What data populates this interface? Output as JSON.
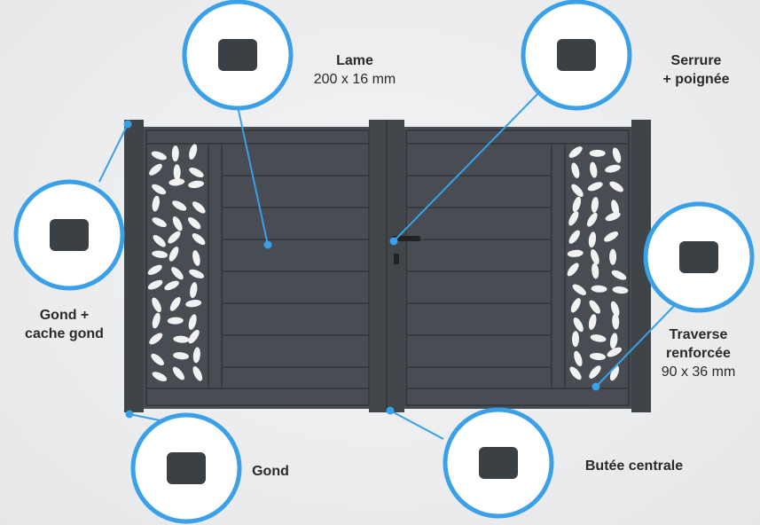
{
  "labels": {
    "lame": {
      "title": "Lame",
      "size": "200 x 16 mm"
    },
    "serrure": {
      "line1": "Serrure",
      "line2": "+ poignée"
    },
    "gond_cache": {
      "line1": "Gond +",
      "line2": "cache gond"
    },
    "traverse": {
      "line1": "Traverse",
      "line2": "renforcée",
      "size": "90 x 36 mm"
    },
    "gond": {
      "title": "Gond"
    },
    "butee": {
      "title": "Butée centrale"
    }
  },
  "colors": {
    "gate": "#454b50",
    "accent": "#3aa0e8",
    "leaf": "#f2f2f2"
  }
}
